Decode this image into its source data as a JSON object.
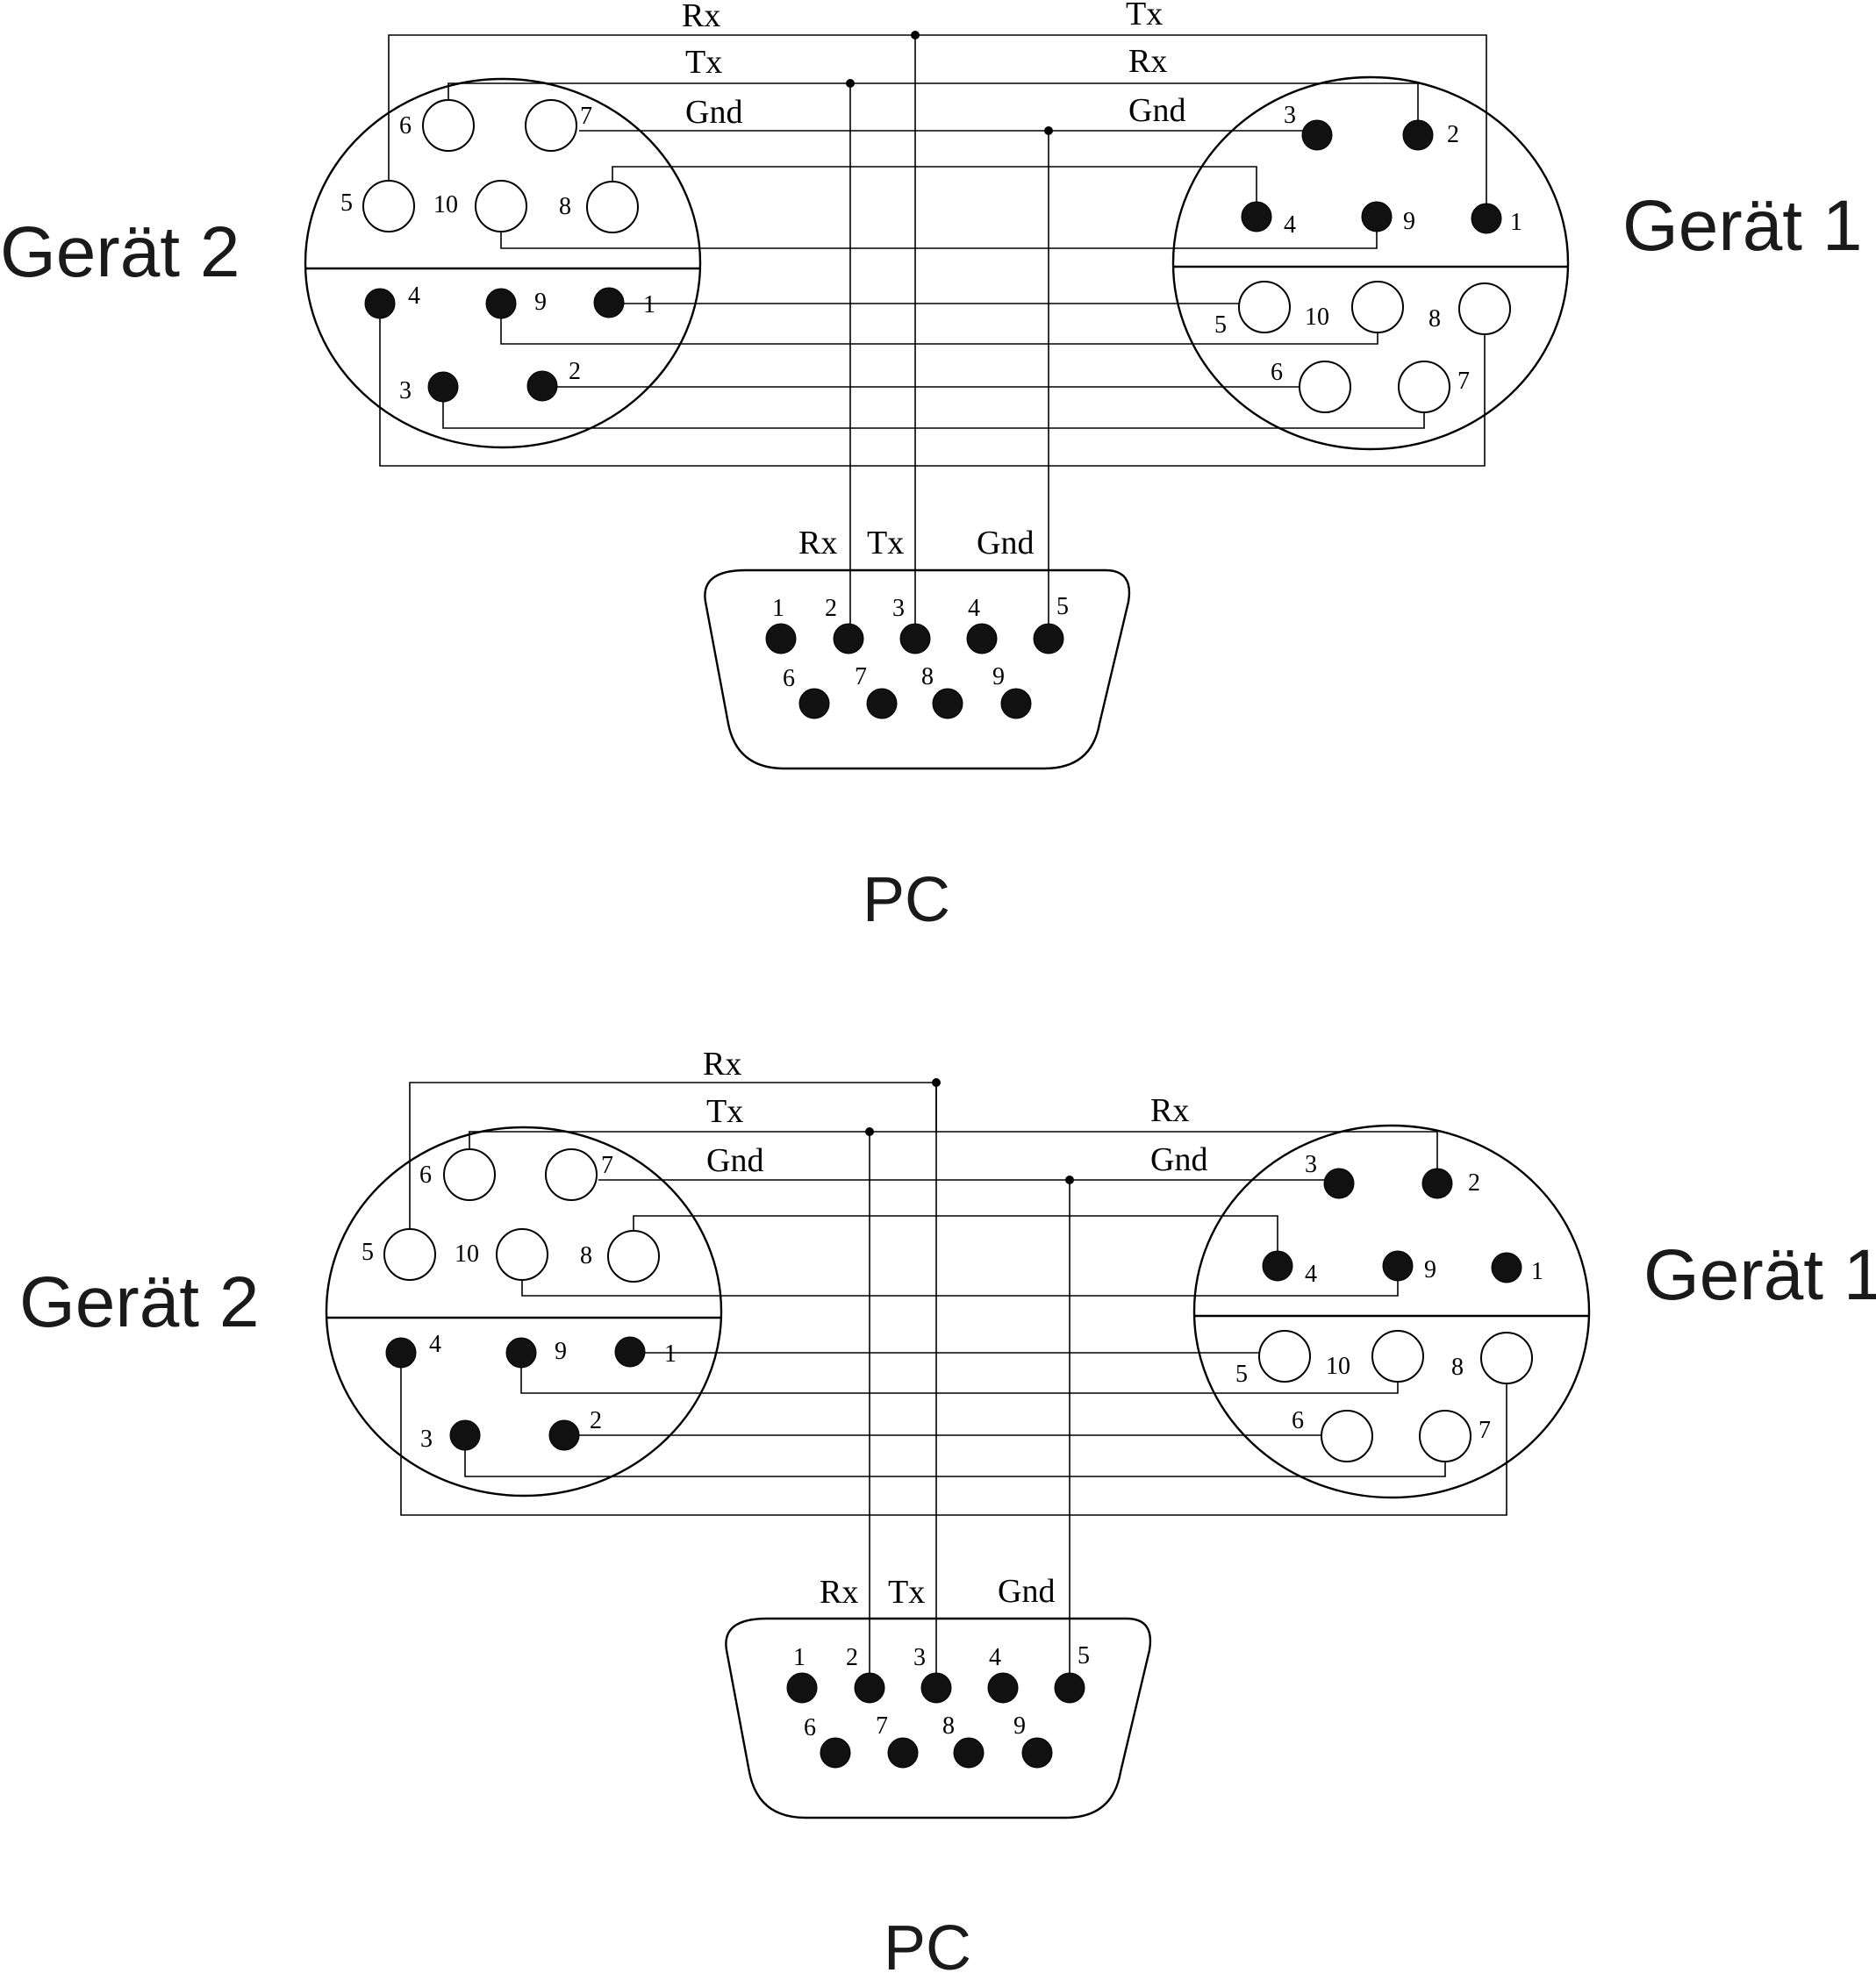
{
  "diagrams": [
    {
      "device_left": "Gerät 2",
      "device_right": "Gerät 1",
      "pc_label": "PC",
      "top_left_labels": [
        "Rx",
        "Tx",
        "Gnd"
      ],
      "top_right_labels": [
        "Tx",
        "Rx",
        "Gnd"
      ],
      "pc_signal_labels": [
        "Rx",
        "Tx",
        "Gnd"
      ]
    },
    {
      "device_left": "Gerät 2",
      "device_right": "Gerät 1",
      "pc_label": "PC",
      "top_left_labels": [
        "Rx",
        "Tx",
        "Gnd"
      ],
      "top_right_labels": [
        "Rx",
        "Gnd"
      ],
      "pc_signal_labels": [
        "Rx",
        "Tx",
        "Gnd"
      ]
    }
  ],
  "round_connector_pins": [
    "1",
    "2",
    "3",
    "4",
    "5",
    "6",
    "7",
    "8",
    "9",
    "10"
  ],
  "dsub_pins": [
    "1",
    "2",
    "3",
    "4",
    "5",
    "6",
    "7",
    "8",
    "9"
  ]
}
